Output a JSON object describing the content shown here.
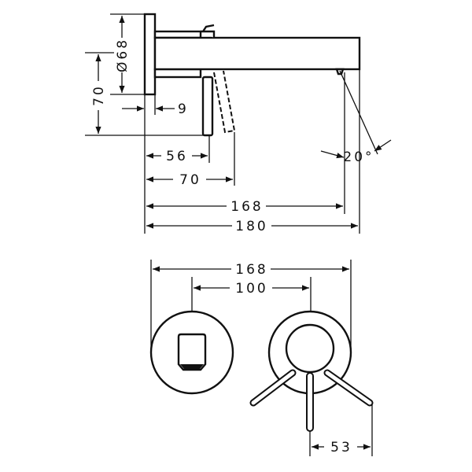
{
  "side_view": {
    "dimensions": {
      "plate_diameter": "Ø68",
      "height": "70",
      "plate_thickness": "9",
      "lever_offset": "56",
      "lever_swing": "70",
      "spout_to_outlet": "168",
      "projection": "180",
      "spray_angle": "20°"
    }
  },
  "front_view": {
    "dimensions": {
      "overall_width": "168",
      "center_distance": "100",
      "lever_reach": "53"
    }
  },
  "colors": {
    "line": "#111111",
    "background": "#ffffff"
  }
}
